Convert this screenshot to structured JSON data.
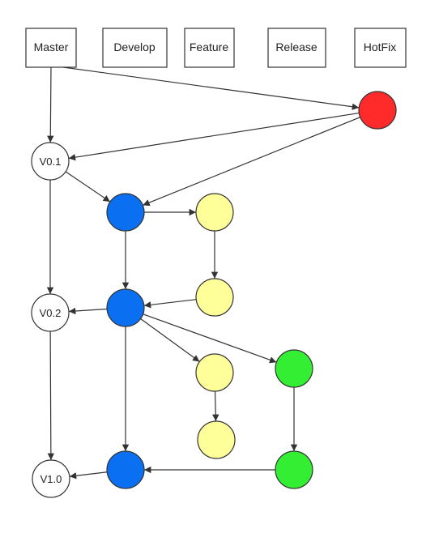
{
  "columns": [
    {
      "id": "master",
      "label": "Master"
    },
    {
      "id": "develop",
      "label": "Develop"
    },
    {
      "id": "feature",
      "label": "Feature"
    },
    {
      "id": "release",
      "label": "Release"
    },
    {
      "id": "hotfix",
      "label": "HotFix"
    }
  ],
  "colors": {
    "master": "#ffffff",
    "develop": "#0a6ff0",
    "feature": "#ffff99",
    "release": "#33ee33",
    "hotfix": "#ff2a2a"
  },
  "nodes": [
    {
      "id": "hotfix-1",
      "branch": "hotfix",
      "label": ""
    },
    {
      "id": "v01",
      "branch": "master",
      "label": "V0.1"
    },
    {
      "id": "develop-1",
      "branch": "develop",
      "label": ""
    },
    {
      "id": "feature-1",
      "branch": "feature",
      "label": ""
    },
    {
      "id": "feature-2",
      "branch": "feature",
      "label": ""
    },
    {
      "id": "v02",
      "branch": "master",
      "label": "V0.2"
    },
    {
      "id": "develop-2",
      "branch": "develop",
      "label": ""
    },
    {
      "id": "release-1",
      "branch": "release",
      "label": ""
    },
    {
      "id": "feature-3",
      "branch": "feature",
      "label": ""
    },
    {
      "id": "feature-4",
      "branch": "feature",
      "label": ""
    },
    {
      "id": "v10",
      "branch": "master",
      "label": "V1.0"
    },
    {
      "id": "develop-3",
      "branch": "develop",
      "label": ""
    },
    {
      "id": "release-2",
      "branch": "release",
      "label": ""
    }
  ],
  "edges": [
    {
      "from": "master-header",
      "to": "v01"
    },
    {
      "from": "master-header",
      "to": "hotfix-1"
    },
    {
      "from": "hotfix-1",
      "to": "v01"
    },
    {
      "from": "hotfix-1",
      "to": "develop-1"
    },
    {
      "from": "v01",
      "to": "develop-1"
    },
    {
      "from": "v01",
      "to": "v02"
    },
    {
      "from": "develop-1",
      "to": "feature-1"
    },
    {
      "from": "develop-1",
      "to": "develop-2"
    },
    {
      "from": "feature-1",
      "to": "feature-2"
    },
    {
      "from": "feature-2",
      "to": "develop-2"
    },
    {
      "from": "develop-2",
      "to": "v02"
    },
    {
      "from": "develop-2",
      "to": "feature-3"
    },
    {
      "from": "develop-2",
      "to": "release-1"
    },
    {
      "from": "develop-2",
      "to": "develop-3"
    },
    {
      "from": "feature-3",
      "to": "feature-4"
    },
    {
      "from": "release-1",
      "to": "release-2"
    },
    {
      "from": "release-2",
      "to": "develop-3"
    },
    {
      "from": "v02",
      "to": "v10"
    },
    {
      "from": "develop-3",
      "to": "v10"
    }
  ]
}
